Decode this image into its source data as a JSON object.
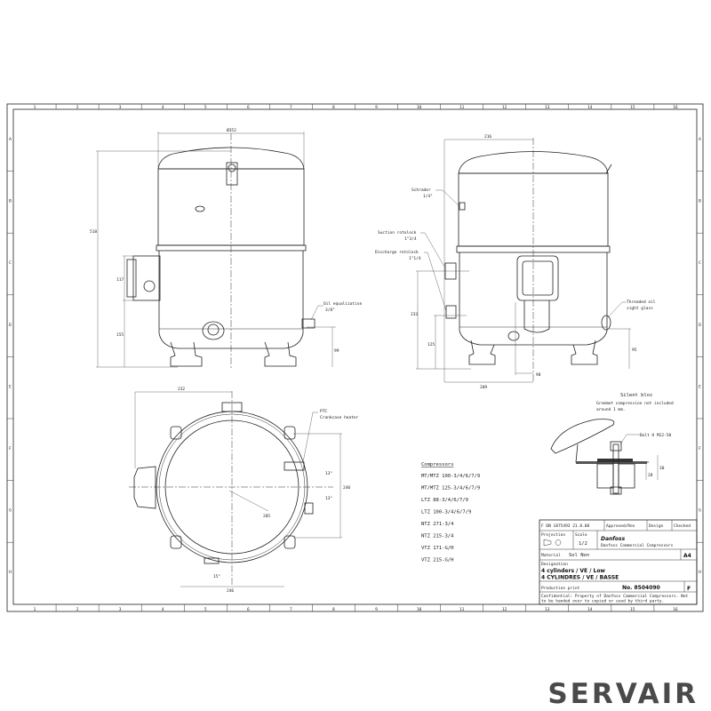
{
  "views": {
    "front": {
      "dims": {
        "diameter": "Ø352",
        "height": "518",
        "box_height": "117",
        "box_base": "155",
        "oil_height": "99"
      },
      "labels": {
        "oil_equalization": "Oil equalization",
        "oil_equalization_size": "3/8\""
      }
    },
    "side": {
      "dims": {
        "width": "216",
        "suction_height": "233",
        "discharge_height": "125",
        "base_width": "209",
        "center_offset": "98",
        "sight_glass_height": "95"
      },
      "labels": {
        "schrader": "Schrader",
        "schrader_size": "1/4\"",
        "suction": "Suction rotolock",
        "suction_size": "1\"3/4",
        "discharge": "Discharge rotolock",
        "discharge_size": "1\"1/4",
        "sight_glass": "Threaded oil",
        "sight_glass_2": "sight glass"
      }
    },
    "top": {
      "dims": {
        "left": "232",
        "feet_y": "240",
        "radius": "205",
        "bottom": "246",
        "angle1": "13°",
        "angle2": "13°",
        "angle3": "15°"
      },
      "labels": {
        "ptc": "PTC",
        "ptc_2": "Crankcase heater"
      }
    },
    "silent_bloc": {
      "title": "Silent bloc",
      "note": "Grommet compression not included",
      "note_2": "around 1 mm.",
      "bolt": "Bolt H M12-50",
      "dim_a": "28",
      "dim_b": "30"
    }
  },
  "compressors": {
    "title": "Compressors",
    "items": [
      "MT/MTZ 100-3/4/6/7/9",
      "MT/MTZ 125-3/4/6/7/9",
      "LTZ 88-3/4/6/7/9",
      "LTZ 100-3/4/6/7/9",
      "NTZ 271-3/4",
      "NTZ 215-3/4",
      "VTZ 171-G/H",
      "VTZ 215-G/H"
    ]
  },
  "title_block": {
    "projection": "Projection",
    "scale_label": "Scale",
    "scale": "1/2",
    "material_label": "Material",
    "material": "Sol Non",
    "size": "A4",
    "designation_label": "Designation",
    "designation_en": "4 cylinders / VE / Low",
    "designation_fr": "4 CYLINDRES / VE / BASSE",
    "number": "No. 8504090",
    "revision": "F",
    "production": "Production print",
    "company": "Danfoss",
    "company_sub": "Danfoss Commercial Compressors",
    "rev_entry": "F   DN 1875493  21.8.08",
    "approval": "Approved/Rev",
    "design": "Design",
    "checked": "Checked",
    "confidential": "Confidential: Property of Danfoss Commercial Compressors. Not to be handed over to copied or used by third party."
  },
  "frame": {
    "columns": [
      "1",
      "2",
      "3",
      "4",
      "5",
      "6",
      "7",
      "8",
      "9",
      "10",
      "11",
      "12",
      "13",
      "14",
      "15",
      "16"
    ],
    "rows": [
      "A",
      "B",
      "C",
      "D",
      "E",
      "F",
      "G",
      "H"
    ]
  },
  "brand": "SERVAIR"
}
